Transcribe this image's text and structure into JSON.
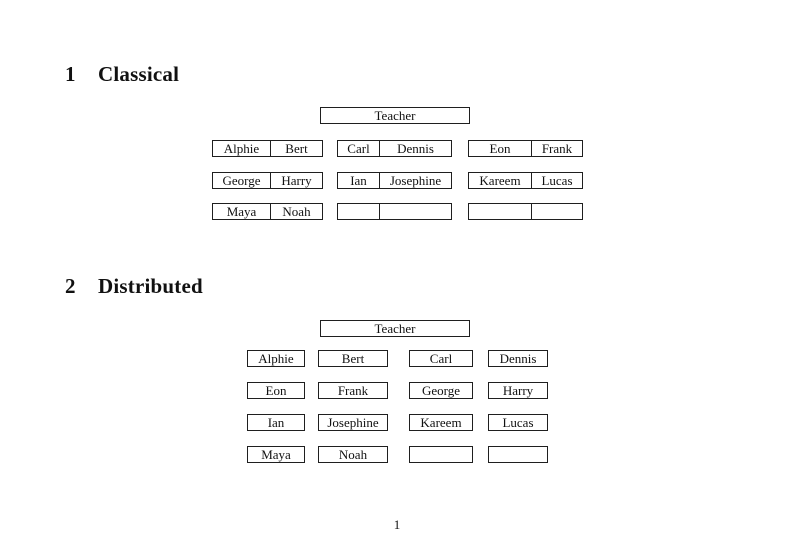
{
  "document": {
    "page_number": "1"
  },
  "classical": {
    "section_number": "1",
    "section_title": "Classical",
    "teacher_label": "Teacher",
    "rows": [
      [
        [
          "Alphie",
          "Bert"
        ],
        [
          "Carl",
          "Dennis"
        ],
        [
          "Eon",
          "Frank"
        ]
      ],
      [
        [
          "George",
          "Harry"
        ],
        [
          "Ian",
          "Josephine"
        ],
        [
          "Kareem",
          "Lucas"
        ]
      ],
      [
        [
          "Maya",
          "Noah"
        ],
        [
          "",
          ""
        ],
        [
          "",
          ""
        ]
      ]
    ]
  },
  "distributed": {
    "section_number": "2",
    "section_title": "Distributed",
    "teacher_label": "Teacher",
    "rows": [
      [
        "Alphie",
        "Bert",
        "Carl",
        "Dennis"
      ],
      [
        "Eon",
        "Frank",
        "George",
        "Harry"
      ],
      [
        "Ian",
        "Josephine",
        "Kareem",
        "Lucas"
      ],
      [
        "Maya",
        "Noah",
        "",
        ""
      ]
    ]
  }
}
